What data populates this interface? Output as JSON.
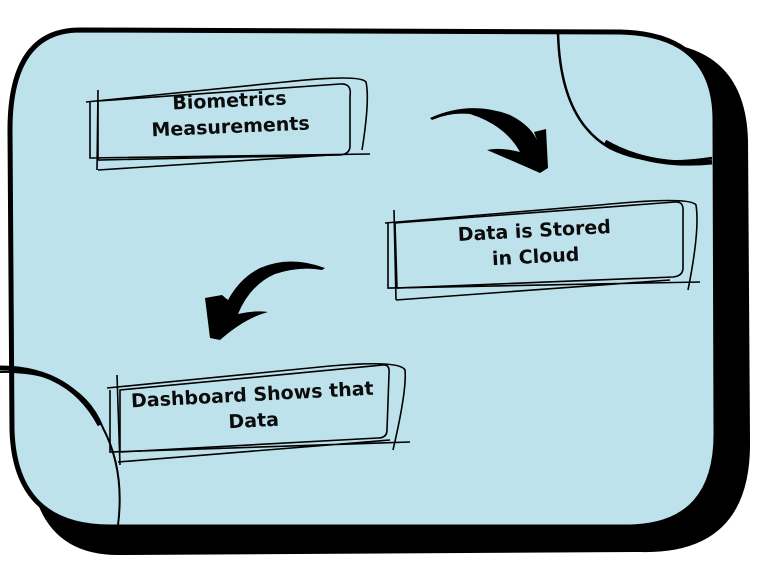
{
  "diagram": {
    "title": "Biometrics data flow",
    "background_color": "#bee2ec",
    "outline_color": "#000000",
    "steps": [
      {
        "id": "step-1",
        "line1": "Biometrics",
        "line2": "Measurements"
      },
      {
        "id": "step-2",
        "line1": "Data is Stored",
        "line2": "in Cloud"
      },
      {
        "id": "step-3",
        "line1": "Dashboard Shows that",
        "line2": "Data"
      }
    ],
    "arrows": [
      {
        "from": "step-1",
        "to": "step-2",
        "icon": "curved-arrow-right-down"
      },
      {
        "from": "step-2",
        "to": "step-3",
        "icon": "curved-arrow-left-down"
      }
    ]
  }
}
